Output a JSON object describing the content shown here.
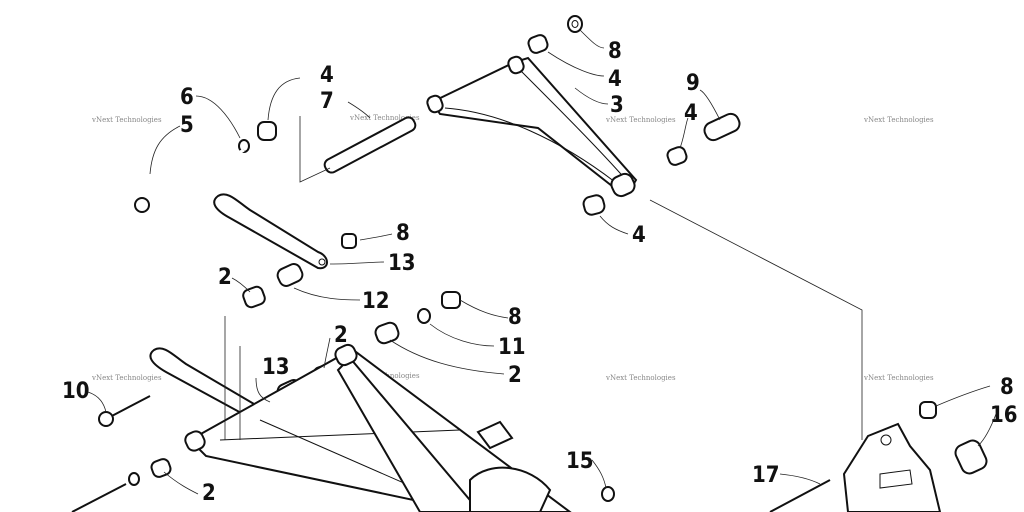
{
  "watermark": "vNext Technologies",
  "callouts": [
    {
      "id": "c8a",
      "label": "8"
    },
    {
      "id": "c4a",
      "label": "4"
    },
    {
      "id": "c3",
      "label": "3"
    },
    {
      "id": "c4b",
      "label": "4"
    },
    {
      "id": "c9",
      "label": "9"
    },
    {
      "id": "c4c",
      "label": "4"
    },
    {
      "id": "c4d",
      "label": "4"
    },
    {
      "id": "c7",
      "label": "7"
    },
    {
      "id": "c6",
      "label": "6"
    },
    {
      "id": "c5",
      "label": "5"
    },
    {
      "id": "c8b",
      "label": "8"
    },
    {
      "id": "c13a",
      "label": "13"
    },
    {
      "id": "c2a",
      "label": "2"
    },
    {
      "id": "c12",
      "label": "12"
    },
    {
      "id": "c8c",
      "label": "8"
    },
    {
      "id": "c11a",
      "label": "11"
    },
    {
      "id": "c2b",
      "label": "2"
    },
    {
      "id": "c2c",
      "label": "2"
    },
    {
      "id": "c13b",
      "label": "13"
    },
    {
      "id": "c10",
      "label": "10"
    },
    {
      "id": "c2d",
      "label": "2"
    },
    {
      "id": "c15",
      "label": "15"
    },
    {
      "id": "c17",
      "label": "17"
    },
    {
      "id": "c8d",
      "label": "8"
    },
    {
      "id": "c16",
      "label": "16"
    }
  ]
}
